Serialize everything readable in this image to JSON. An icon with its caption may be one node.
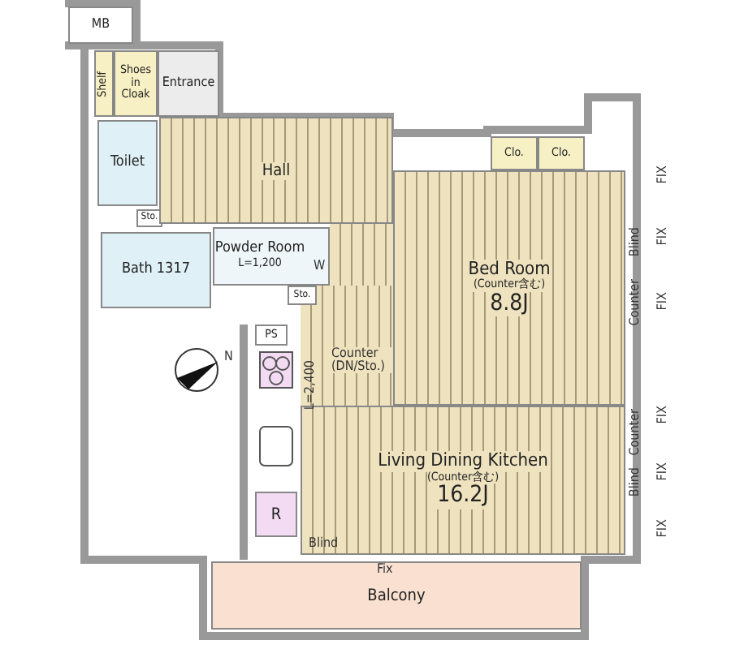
{
  "diagram": {
    "nodes": [
      {
        "text": [
          "MB"
        ]
      },
      {
        "text": [
          "Shelf"
        ]
      },
      {
        "text": [
          "Shoes in Cloak"
        ]
      },
      {
        "text": [
          "Entrance"
        ]
      },
      {
        "text": [
          "Toilet"
        ]
      },
      {
        "text": [
          "Sto."
        ]
      },
      {
        "text": [
          "Hall"
        ]
      },
      {
        "text": [
          "Bath 1317"
        ]
      },
      {
        "text": [
          "Powder Room",
          "L=1,200"
        ]
      },
      {
        "text": [
          "Clo."
        ]
      },
      {
        "text": [
          "Clo."
        ]
      },
      {
        "text": [
          "Bed Room",
          "(Counter含む)",
          "8.8J"
        ]
      },
      {
        "text": [
          "Sto."
        ]
      },
      {
        "text": [
          "PS"
        ]
      },
      {
        "text": [
          "Living Dining Kitchen",
          "(Counter含む)",
          "16.2J"
        ]
      },
      {
        "text": [
          "R"
        ]
      },
      {
        "text": [
          "Balcony"
        ]
      }
    ],
    "labels": [
      "FIX",
      "W",
      "FIX",
      "Blind",
      "Counter",
      "FIX",
      "N",
      "Counter (DN/Sto.)",
      "L=2,400",
      "FIX",
      "Counter",
      "FIX",
      "Blind",
      "FIX",
      "Blind",
      "Fix"
    ]
  }
}
